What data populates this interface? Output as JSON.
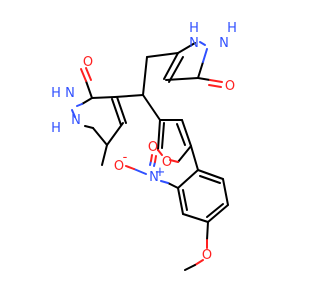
{
  "colors": {
    "carbon": "#000000",
    "oxygen": "#ff2020",
    "nitrogen": "#3050ff",
    "background": "#ffffff"
  },
  "molecule": {
    "atoms": {
      "n1h_top": "H",
      "n1_top": "N",
      "n2h_top": "H",
      "n2_top": "N",
      "o_top": "O",
      "n1h_left": "H",
      "n1_left": "N",
      "n2h_left": "H",
      "n2_left": "N",
      "o_left": "O",
      "o_furan": "O",
      "n_nitro": "N",
      "n_nitro_charge": "+",
      "o_nitro_a": "O",
      "o_nitro_a_charge": "-",
      "o_nitro_b": "O",
      "o_methoxy": "O"
    }
  }
}
